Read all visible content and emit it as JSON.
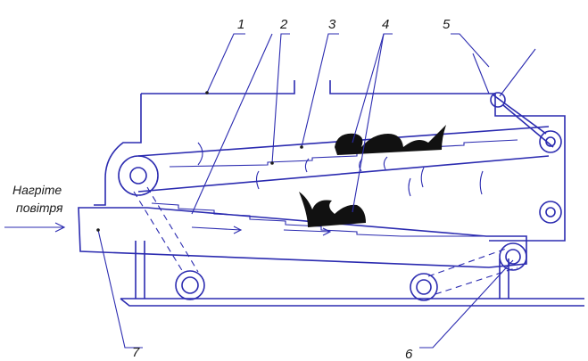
{
  "caption": {
    "line1": "Нагріте",
    "line2": "повітря"
  },
  "labels": [
    {
      "id": "1",
      "text": "1"
    },
    {
      "id": "2",
      "text": "2"
    },
    {
      "id": "3",
      "text": "3"
    },
    {
      "id": "4",
      "text": "4"
    },
    {
      "id": "5",
      "text": "5"
    },
    {
      "id": "6",
      "text": "6"
    },
    {
      "id": "7",
      "text": "7"
    }
  ],
  "colors": {
    "line": "#2b2bb0",
    "product": "#111111"
  }
}
